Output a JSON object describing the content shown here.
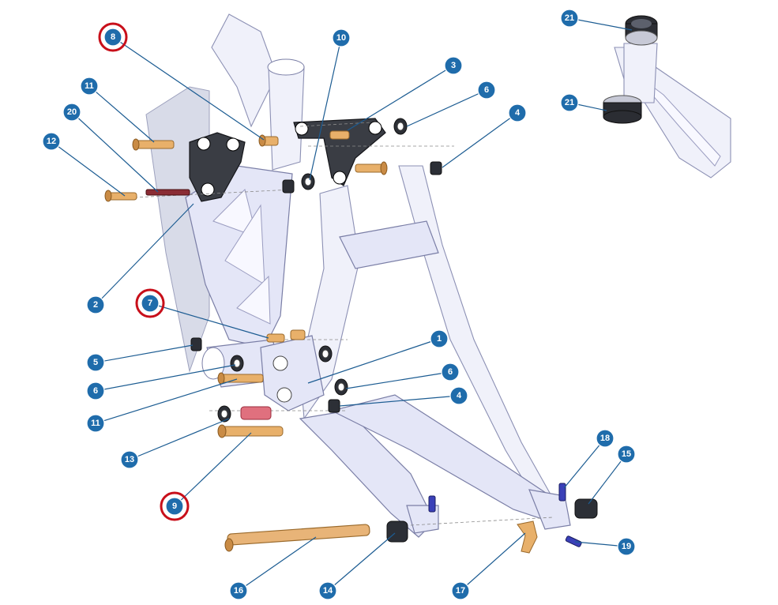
{
  "diagram": {
    "callouts": [
      {
        "id": "c1",
        "label": "1",
        "highlighted": false
      },
      {
        "id": "c2",
        "label": "2",
        "highlighted": false
      },
      {
        "id": "c3",
        "label": "3",
        "highlighted": false
      },
      {
        "id": "c4a",
        "label": "4",
        "highlighted": false
      },
      {
        "id": "c4b",
        "label": "4",
        "highlighted": false
      },
      {
        "id": "c5",
        "label": "5",
        "highlighted": false
      },
      {
        "id": "c6a",
        "label": "6",
        "highlighted": false
      },
      {
        "id": "c6b",
        "label": "6",
        "highlighted": false
      },
      {
        "id": "c6c",
        "label": "6",
        "highlighted": false
      },
      {
        "id": "c7",
        "label": "7",
        "highlighted": true
      },
      {
        "id": "c8",
        "label": "8",
        "highlighted": true
      },
      {
        "id": "c9",
        "label": "9",
        "highlighted": true
      },
      {
        "id": "c10",
        "label": "10",
        "highlighted": false
      },
      {
        "id": "c11a",
        "label": "11",
        "highlighted": false
      },
      {
        "id": "c11b",
        "label": "11",
        "highlighted": false
      },
      {
        "id": "c12",
        "label": "12",
        "highlighted": false
      },
      {
        "id": "c13",
        "label": "13",
        "highlighted": false
      },
      {
        "id": "c14",
        "label": "14",
        "highlighted": false
      },
      {
        "id": "c15",
        "label": "15",
        "highlighted": false
      },
      {
        "id": "c16",
        "label": "16",
        "highlighted": false
      },
      {
        "id": "c17",
        "label": "17",
        "highlighted": false
      },
      {
        "id": "c18",
        "label": "18",
        "highlighted": false
      },
      {
        "id": "c19",
        "label": "19",
        "highlighted": false
      },
      {
        "id": "c20",
        "label": "20",
        "highlighted": false
      },
      {
        "id": "c21a",
        "label": "21",
        "highlighted": false
      },
      {
        "id": "c21b",
        "label": "21",
        "highlighted": false
      }
    ],
    "colors": {
      "callout_fill": "#1f6cab",
      "highlight_ring": "#c80f1a",
      "frame": "#e4e6f7",
      "rocker": "#3a3d44",
      "pin": "#e8b06a",
      "spacer": "#e0707e",
      "bolt": "#3a40b8"
    }
  }
}
